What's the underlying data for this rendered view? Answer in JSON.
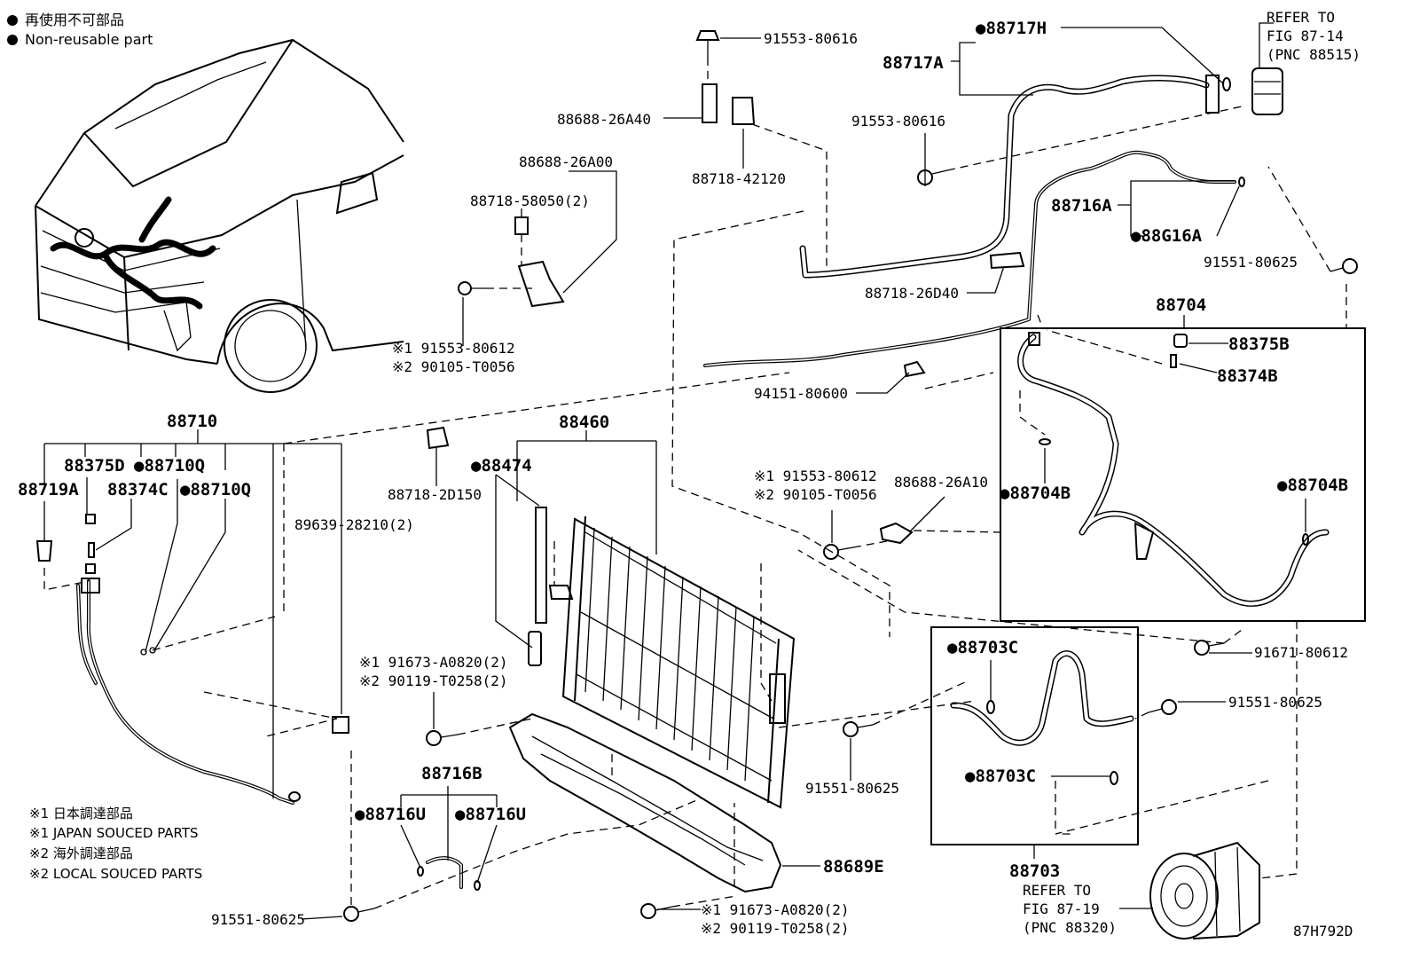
{
  "legend": {
    "jp": "再使用不可部品",
    "en": "Non-reusable part"
  },
  "figure_id": "87H792D",
  "notes": [
    "※1 日本調達部品",
    "※1 JAPAN SOUCED PARTS",
    "※2 海外調達部品",
    "※2 LOCAL SOUCED PARTS"
  ],
  "refs": {
    "fig8714": [
      "REFER TO",
      "FIG 87-14",
      "(PNC 88515)"
    ],
    "fig8719": [
      "REFER TO",
      "FIG 87-19",
      "(PNC 88320)"
    ]
  },
  "labels": {
    "p91553_80616_top": "91553-80616",
    "p88688_26A40": "88688-26A40",
    "p88718_42120": "88718-42120",
    "p88688_26A00": "88688-26A00",
    "p88718_58050": "88718-58050(2)",
    "p91553_80612_a": "※1 91553-80612",
    "p90105_T0056_a": "※2 90105-T0056",
    "p88717H": "●88717H",
    "p88717A": "88717A",
    "p91553_80616_mid": "91553-80616",
    "p88716A": "88716A",
    "p88G16A": "●88G16A",
    "p91551_80625_r": "91551-80625",
    "p88718_26D40": "88718-26D40",
    "p88704": "88704",
    "p88375B": "88375B",
    "p88374B": "88374B",
    "p94151_80600": "94151-80600",
    "p88710": "88710",
    "p88375D": "88375D",
    "p88710Q_a": "●88710Q",
    "p88719A": "88719A",
    "p88374C": "88374C",
    "p88710Q_b": "●88710Q",
    "p89639_28210": "89639-28210(2)",
    "p88718_2D150": "88718-2D150",
    "p88460": "88460",
    "p88474": "●88474",
    "p91553_80612_b": "※1 91553-80612",
    "p90105_T0056_b": "※2 90105-T0056",
    "p88688_26A10": "88688-26A10",
    "p88704B_a": "●88704B",
    "p88704B_b": "●88704B",
    "p91671_80612": "91671-80612",
    "p88703C_a": "●88703C",
    "p88703C_b": "●88703C",
    "p91551_80625_m": "91551-80625",
    "p91551_80625_c": "91551-80625",
    "p91673_a": "※1 91673-A0820(2)",
    "p90119_a": "※2 90119-T0258(2)",
    "p88716B": "88716B",
    "p88716U_a": "●88716U",
    "p88716U_b": "●88716U",
    "p91551_80625_bl": "91551-80625",
    "p88689E": "88689E",
    "p91673_b": "※1 91673-A0820(2)",
    "p90119_b": "※2 90119-T0258(2)",
    "p88703": "88703"
  }
}
